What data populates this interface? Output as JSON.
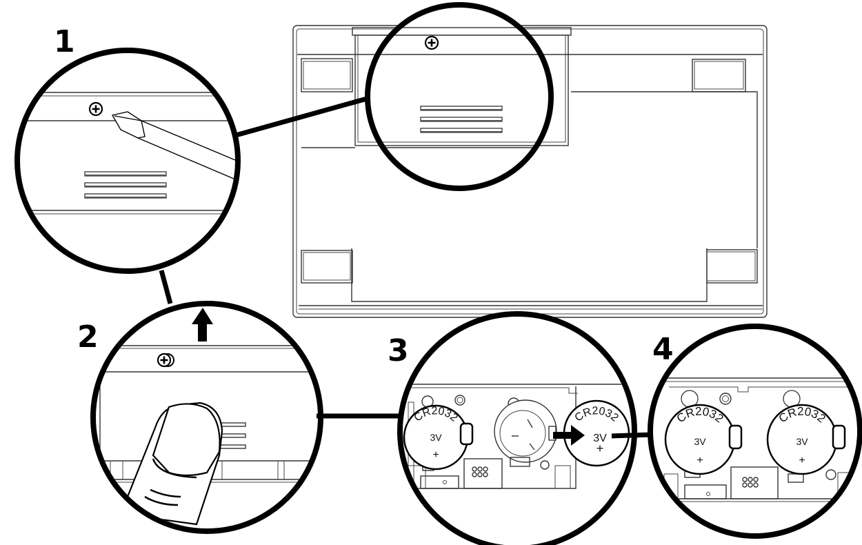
{
  "diagram": {
    "title_hidden": "",
    "colors": {
      "ink": "#000000",
      "paper": "#ffffff",
      "line": "#333333"
    },
    "steps": [
      {
        "number": "1",
        "action": "unscrew-cover-screw"
      },
      {
        "number": "2",
        "action": "slide-cover-up"
      },
      {
        "number": "3",
        "action": "remove-old-battery"
      },
      {
        "number": "4",
        "action": "insert-new-batteries"
      }
    ],
    "battery": {
      "model": "CR2032",
      "voltage": "3V",
      "polarity": "+"
    },
    "icons": {
      "screw": "phillips-screw-icon",
      "arrow_up": "arrow-up-icon",
      "arrow_right": "arrow-right-icon",
      "screwdriver": "screwdriver-icon",
      "finger": "finger-icon"
    }
  }
}
